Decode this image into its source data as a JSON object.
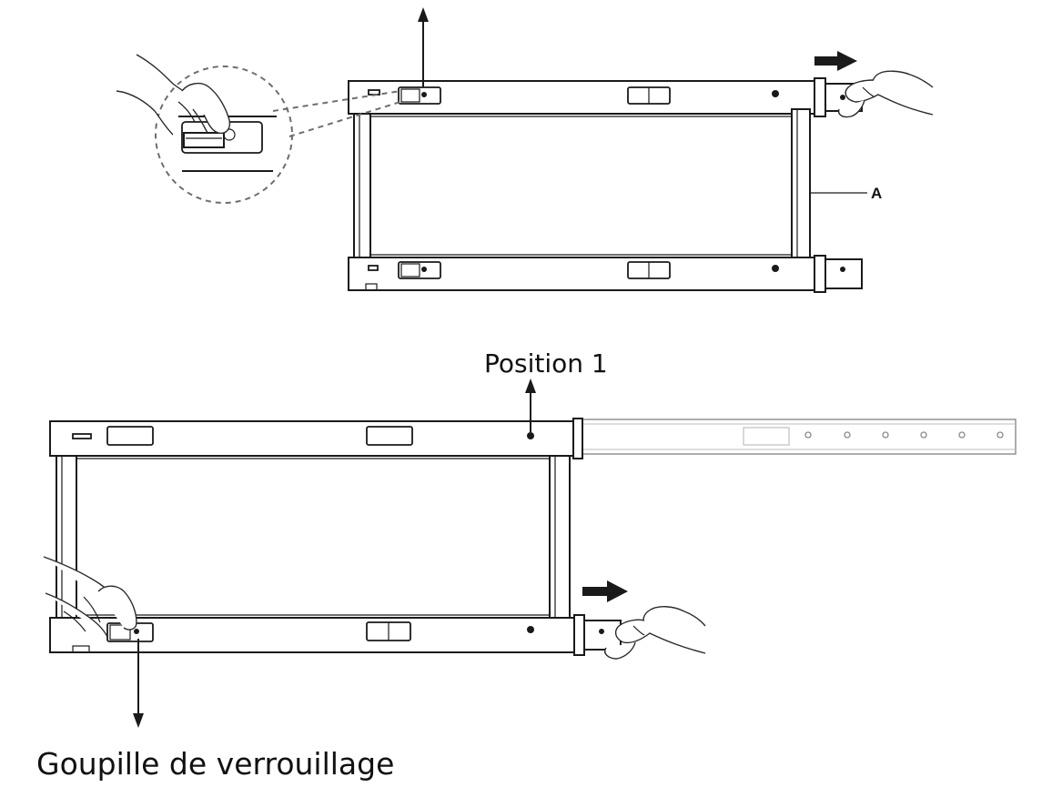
{
  "labels": {
    "part_a": "A",
    "position_1": "Position 1",
    "locking_pin": "Goupille de verrouillage"
  },
  "colors": {
    "line": "#1a1a1a",
    "extension": "#8a8a8a",
    "arrow_fill": "#1a1a1a"
  },
  "icons": [
    "hand-icon",
    "arrow-right-icon",
    "arrow-up-icon",
    "arrow-down-icon"
  ]
}
